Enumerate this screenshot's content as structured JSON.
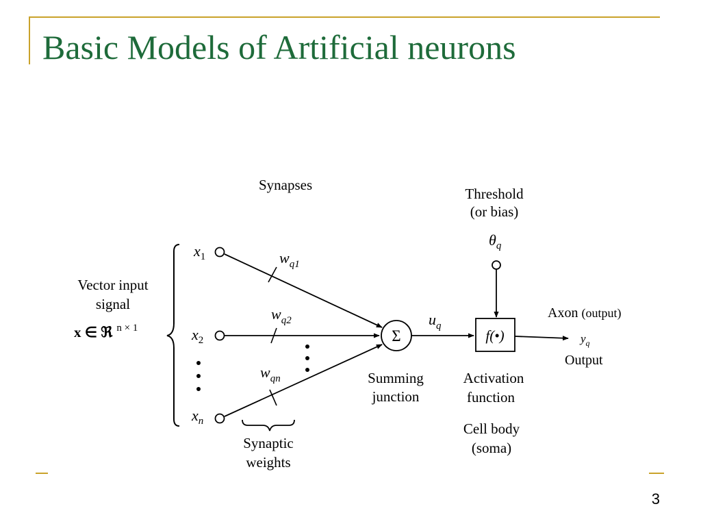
{
  "slide": {
    "title": "Basic Models of Artificial neurons",
    "page_number": "3",
    "accent_color": "#c9a22a",
    "title_color": "#1e6b3a"
  },
  "diagram": {
    "synapses_label": "Synapses",
    "threshold_line1": "Threshold",
    "threshold_line2": "(or bias)",
    "theta": "θ",
    "theta_sub": "q",
    "vector_line1": "Vector input",
    "vector_line2": "signal",
    "vector_math": "x ∈ ℜ",
    "vector_sup": "n × 1",
    "inputs": [
      {
        "sym": "x",
        "sub": "1"
      },
      {
        "sym": "x",
        "sub": "2"
      },
      {
        "sym": "x",
        "sub": "n"
      }
    ],
    "weights": [
      {
        "sym": "w",
        "sub": "q1"
      },
      {
        "sym": "w",
        "sub": "q2"
      },
      {
        "sym": "w",
        "sub": "qn"
      }
    ],
    "sum_symbol": "Σ",
    "summing_line1": "Summing",
    "summing_line2": "junction",
    "u": "u",
    "u_sub": "q",
    "func": "f(•)",
    "activation_line1": "Activation",
    "activation_line2": "function",
    "cell_line1": "Cell body",
    "cell_line2": "(soma)",
    "axon_label": "Axon",
    "axon_paren": "(output)",
    "y": "y",
    "y_sub": "q",
    "output_label": "Output",
    "synaptic_line1": "Synaptic",
    "synaptic_line2": "weights"
  }
}
